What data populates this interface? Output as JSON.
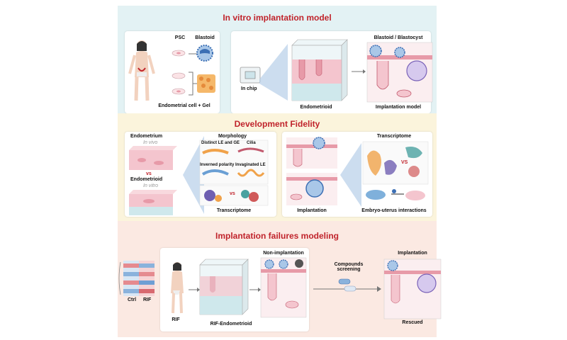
{
  "sections": [
    {
      "title": "In vitro implantation model",
      "labels": {
        "psc": "PSC",
        "blastoid": "Blastoid",
        "endometrial_cell_gel": "Endometrial cell + Gel",
        "in_chip": "In chip",
        "endometrioid": "Endometrioid",
        "blastoid_blastocyst": "Blastoid / Blastocyst",
        "implantation_model": "Implantation model"
      }
    },
    {
      "title": "Development Fidelity",
      "labels": {
        "endometrium": "Endometrium",
        "in_vivo": "In vivo",
        "vs": "vs",
        "endometrioid": "Endometrioid",
        "in_vitro": "In vitro",
        "morphology": "Morphology",
        "distinct_le_ge": "Distinct LE and GE",
        "cilia": "Cilia",
        "inverted_polarity": "Inverned polarity",
        "invaginated_le": "Invaginated LE",
        "transcriptome_left": "Transcriptome",
        "implantation": "Implantation",
        "transcriptome_right": "Transcriptome",
        "vs_right": "VS",
        "embryo_uterus": "Embryo-uterus interactions"
      }
    },
    {
      "title": "Implantation failures modeling",
      "labels": {
        "ctrl": "Ctrl",
        "rif_heatmap": "RIF",
        "rif_person": "RIF",
        "non_implantation": "Non-implantation",
        "rif_endometrioid": "RIF-Endometrioid",
        "compounds_screening": "Compounds\nscreening",
        "implantation": "Implantation",
        "rescued": "Rescued"
      }
    }
  ],
  "colors": {
    "title_red": "#c0232b",
    "band1": "#e3f2f4",
    "band2": "#fbf4dc",
    "band3": "#fbe9e2",
    "tissue_pink": "#f1b8c3",
    "gland_pink": "#e79aa8",
    "gel_blue": "#cfe8ec",
    "blastoid_blue": "#3c6fb4"
  },
  "icons": [
    "woman-figure-icon",
    "dish-icon",
    "blastoid-icon",
    "cell-gel-icon",
    "chip-icon",
    "tissue-cube-icon",
    "heatmap-icon",
    "capsule-icon",
    "magnifier-icon"
  ]
}
